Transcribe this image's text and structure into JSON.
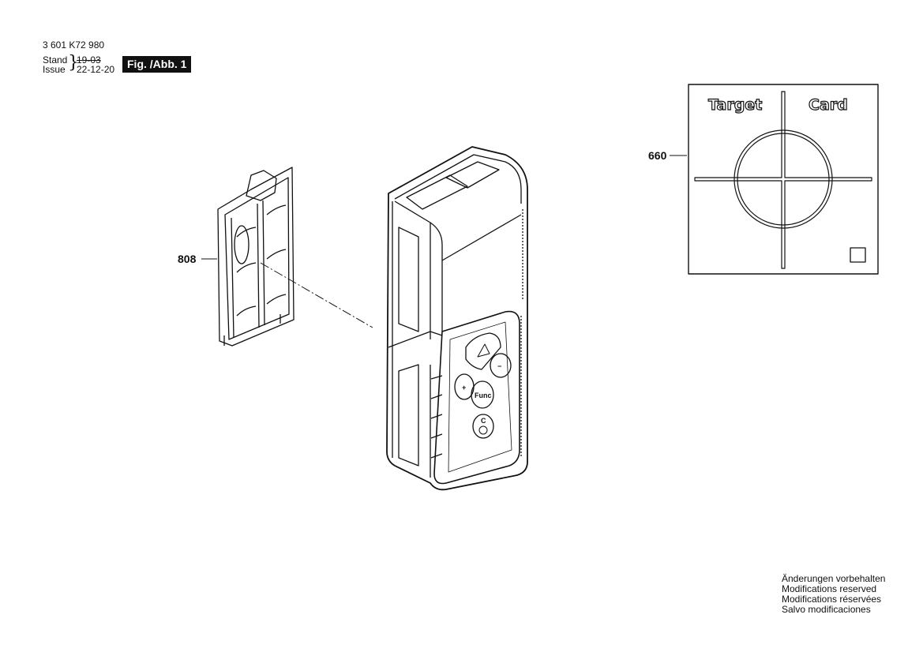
{
  "header": {
    "part_number": "3 601 K72 980",
    "stand_label": "Stand",
    "issue_label": "Issue",
    "old_revision": "19-03",
    "issue_date": "22-12-20",
    "figure_label": "Fig. /Abb. 1"
  },
  "callouts": {
    "battery_cover": "808",
    "target_card": "660"
  },
  "target_card": {
    "word1": "Target",
    "word2": "Card"
  },
  "device_buttons": {
    "plus": "+",
    "minus": "−",
    "func": "Func",
    "clear": "C"
  },
  "footer_notes": [
    "Änderungen vorbehalten",
    "Modifications reserved",
    "Modifications réservées",
    "Salvo modificaciones"
  ]
}
